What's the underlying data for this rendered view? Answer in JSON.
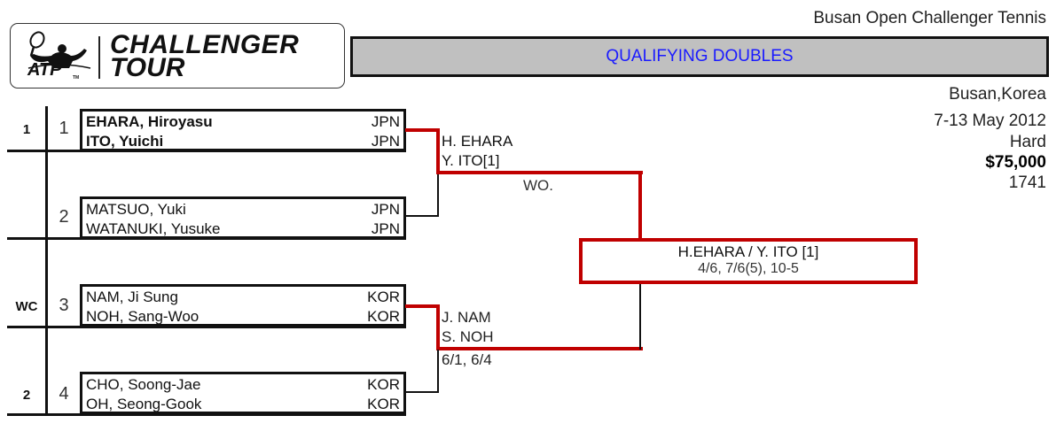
{
  "logo": {
    "brand_line1": "CHALLENGER",
    "brand_line2": "TOUR",
    "atp": "ATP",
    "tm": "TM"
  },
  "tournament_name": "Busan Open Challenger Tennis",
  "event_title": "QUALIFYING DOUBLES",
  "info": {
    "location": "Busan,Korea",
    "dates": "7-13 May 2012",
    "surface": "Hard",
    "prize": "$75,000",
    "code": "1741"
  },
  "colors": {
    "winner_line": "#c00000",
    "title_text": "#1a1aff",
    "header_bg": "#c0c0c0"
  },
  "draw": [
    {
      "seed": "1",
      "line": "1",
      "players": [
        {
          "name": "EHARA, Hiroyasu",
          "country": "JPN"
        },
        {
          "name": "ITO, Yuichi",
          "country": "JPN"
        }
      ]
    },
    {
      "seed": "",
      "line": "2",
      "players": [
        {
          "name": "MATSUO, Yuki",
          "country": "JPN"
        },
        {
          "name": "WATANUKI, Yusuke",
          "country": "JPN"
        }
      ]
    },
    {
      "seed": "WC",
      "line": "3",
      "players": [
        {
          "name": "NAM, Ji Sung",
          "country": "KOR"
        },
        {
          "name": "NOH, Sang-Woo",
          "country": "KOR"
        }
      ]
    },
    {
      "seed": "2",
      "line": "4",
      "players": [
        {
          "name": "CHO, Soong-Jae",
          "country": "KOR"
        },
        {
          "name": "OH, Seong-Gook",
          "country": "KOR"
        }
      ]
    }
  ],
  "round2": [
    {
      "p1": "H. EHARA",
      "p2": "Y. ITO[1]",
      "score": "WO."
    },
    {
      "p1": "J. NAM",
      "p2": "S. NOH",
      "score": "6/1, 6/4"
    }
  ],
  "final": {
    "winner": "H.EHARA / Y. ITO [1]",
    "score": "4/6, 7/6(5), 10-5"
  }
}
